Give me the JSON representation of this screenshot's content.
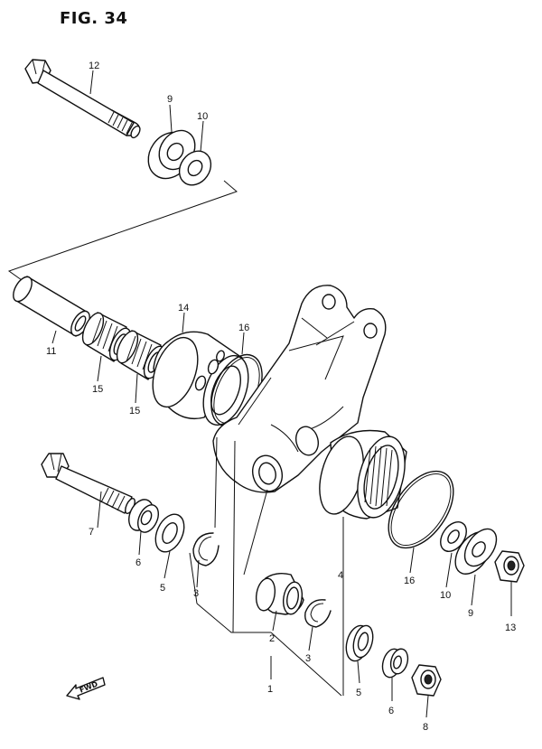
{
  "figure": {
    "title": "FIG. 34"
  },
  "orientation": {
    "label": "FWD"
  },
  "callouts": [
    {
      "id": "c12a",
      "text": "12"
    },
    {
      "id": "c9a",
      "text": "9"
    },
    {
      "id": "c10a",
      "text": "10"
    },
    {
      "id": "c14",
      "text": "14"
    },
    {
      "id": "c16a",
      "text": "16"
    },
    {
      "id": "c11",
      "text": "11"
    },
    {
      "id": "c15a",
      "text": "15"
    },
    {
      "id": "c15b",
      "text": "15"
    },
    {
      "id": "c7",
      "text": "7"
    },
    {
      "id": "c6a",
      "text": "6"
    },
    {
      "id": "c5a",
      "text": "5"
    },
    {
      "id": "c3a",
      "text": "3"
    },
    {
      "id": "c4",
      "text": "4"
    },
    {
      "id": "c16b",
      "text": "16"
    },
    {
      "id": "c10b",
      "text": "10"
    },
    {
      "id": "c9b",
      "text": "9"
    },
    {
      "id": "c13",
      "text": "13"
    },
    {
      "id": "c2",
      "text": "2"
    },
    {
      "id": "c3b",
      "text": "3"
    },
    {
      "id": "c1",
      "text": "1"
    },
    {
      "id": "c5b",
      "text": "5"
    },
    {
      "id": "c6b",
      "text": "6"
    },
    {
      "id": "c8",
      "text": "8"
    }
  ]
}
